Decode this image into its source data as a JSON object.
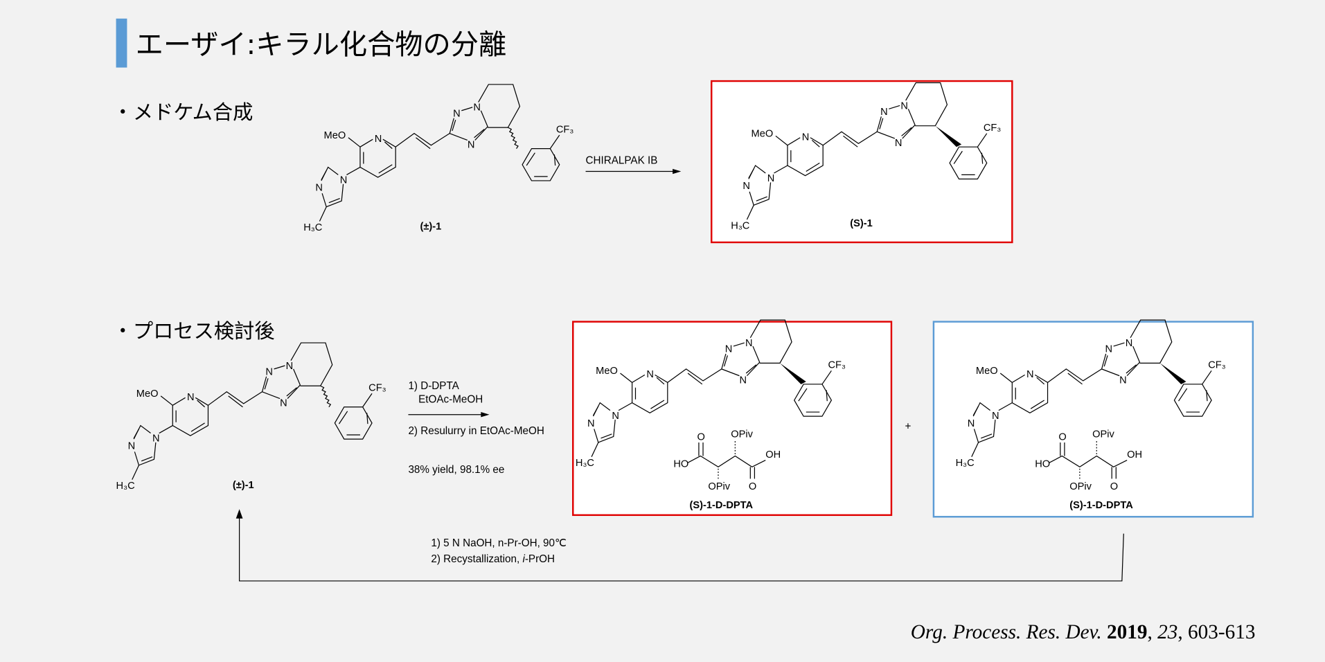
{
  "title": "エーザイ:キラル化合物の分離",
  "sections": {
    "medchem": "・メドケム合成",
    "process": "・プロセス検討後"
  },
  "atoms": {
    "meo": "MeO",
    "n": "N",
    "ch3": "H₃C",
    "cf3": "CF₃",
    "o": "O",
    "ho": "HO",
    "oh": "OH",
    "opiv": "OPiv"
  },
  "compounds": {
    "racemate": "(±)-1",
    "s_isomer": "(S)-1",
    "salt_red": "(S)-1-D-DPTA",
    "salt_blue": "(S)-1-D-DPTA"
  },
  "reactions": {
    "chiral_column": "CHIRALPAK IB",
    "step1": "1) D-DPTA",
    "step1_solvent": "EtOAc-MeOH",
    "step2": "2) Resulurry in EtOAc-MeOH",
    "yield": "38% yield, 98.1% ee",
    "plus": "+",
    "recycle1": "1) 5 N NaOH, n-Pr-OH, 90℃",
    "recycle2_prefix": "2) Recystallization, ",
    "recycle2_italic": "i",
    "recycle2_suffix": "-PrOH"
  },
  "citation": {
    "journal": "Org. Process. Res. Dev.",
    "year": "2019",
    "volume": "23",
    "pages": "603-613"
  },
  "colors": {
    "accent_bar": "#5b9bd5",
    "red_box": "#e00000",
    "blue_box": "#5b9bd5",
    "background": "#f2f2f2"
  }
}
